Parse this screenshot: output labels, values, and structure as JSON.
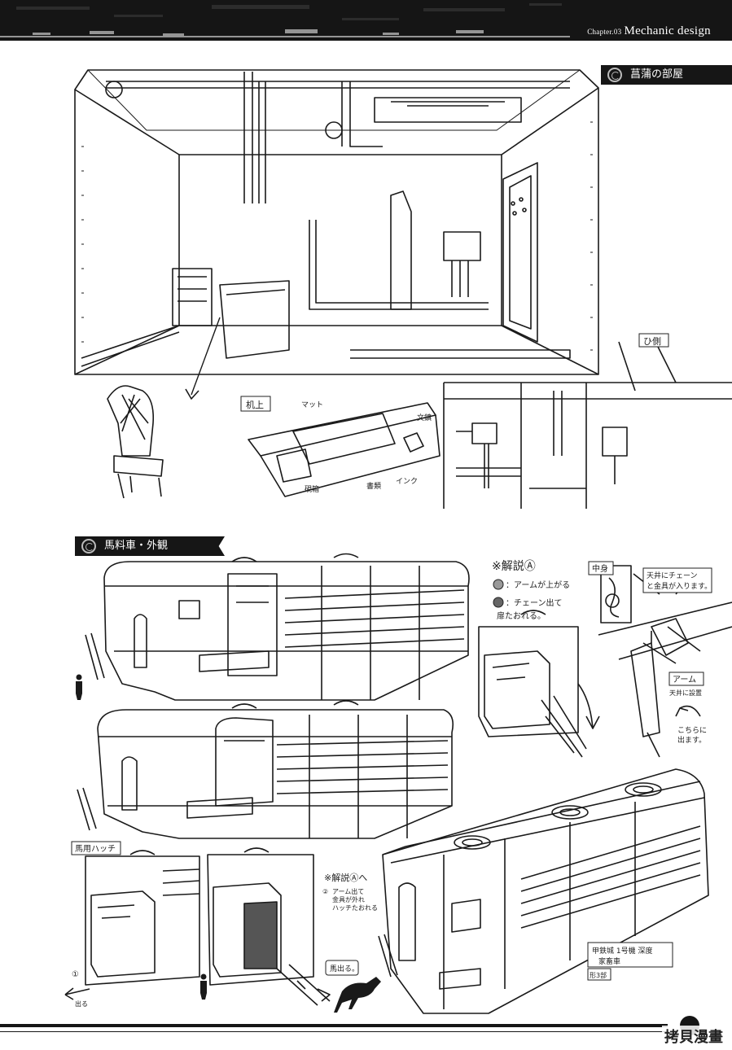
{
  "header": {
    "chapter_label": "Chapter.03",
    "section_title": "Mechanic design"
  },
  "sections": {
    "room": {
      "tag": "菖蒲の部屋"
    },
    "car": {
      "tag": "馬料車・外観"
    }
  },
  "annotations": {
    "left_wall": "ひ側",
    "desk_title": "机上",
    "desk_mat": "マット",
    "desk_lamp": "文鎮",
    "desk_box": "硯箱",
    "desk_paper": "書類",
    "desk_ink": "インク",
    "note_title": "※解説Ⓐ",
    "note_up": "：アームが上がる",
    "note_down_1": "：チェーン出て",
    "note_down_2": "扉たおれる。",
    "detail_label": "中身",
    "chain_note_1": "天井にチェーン",
    "chain_note_2": "と金具が入ります。",
    "arm_label": "アーム",
    "arm_sub": "天井に設置",
    "arm_dir_1": "こちらに",
    "arm_dir_2": "出ます。",
    "hatch_label": "馬用ハッチ",
    "hatch_note": "※解説Ⓐへ",
    "hatch_sub_1": "アーム出て",
    "hatch_sub_2": "金具が外れ",
    "hatch_sub_3": "ハッチたおれる",
    "horse_out": "馬出る。",
    "exit_label": "出る",
    "step_1": "①",
    "step_2": "②",
    "spec_1": "甲鉄城 1号機 深度",
    "spec_2": "家畜車",
    "spec_3": "形3部"
  },
  "footer": {
    "watermark": "拷貝漫畫"
  }
}
